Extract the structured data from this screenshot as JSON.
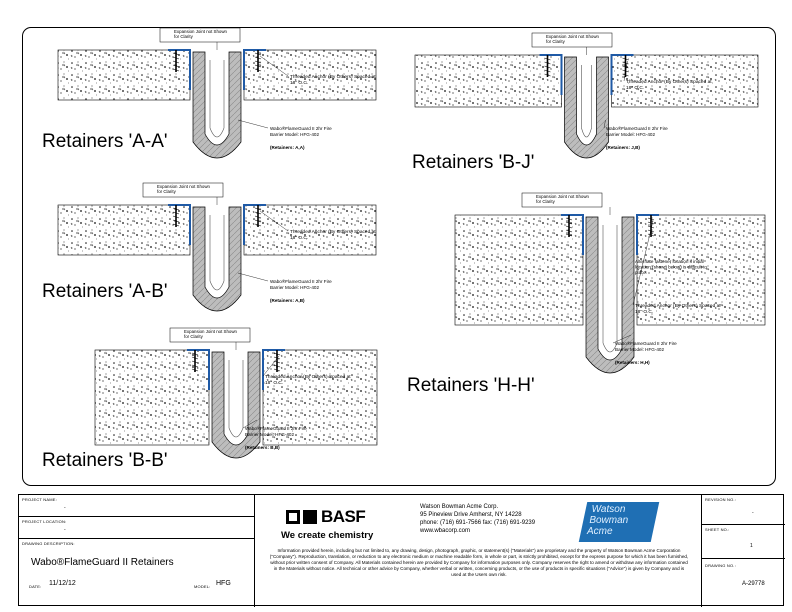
{
  "drawing": {
    "sections": [
      {
        "key": "aa",
        "title": "Retainers 'A-A'",
        "callout_top": "Expansion Joint not Shown for Clarity",
        "anchor_note": "Threaded Anchor (By Others) Spaced at 18\" O.C.",
        "barrier_note": "Wabo®FlameGuard II 2hr Fire Barrier Model: HFG-402",
        "retainer_note": "(Retainers: A,A)"
      },
      {
        "key": "ab",
        "title": "Retainers 'A-B'",
        "callout_top": "Expansion Joint not Shown for Clarity",
        "anchor_note": "Threaded Anchor (By Others) Spaced at 18\" O.C.",
        "barrier_note": "Wabo®FlameGuard II 2hr Fire Barrier Model: HFG-402",
        "retainer_note": "(Retainers: A,B)"
      },
      {
        "key": "bb",
        "title": "Retainers 'B-B'",
        "callout_top": "Expansion Joint not Shown for Clarity",
        "anchor_note": "Threaded Anchor (By Others) Spaced at 18\" O.C.",
        "barrier_note": "Wabo®FlameGuard II 2hr Fire Barrier Model: HFG-402",
        "retainer_note": "(Retainers: B,B)"
      },
      {
        "key": "bj",
        "title": "Retainers 'B-J'",
        "callout_top": "Expansion Joint not Shown for Clarity",
        "anchor_note": "Threaded Anchor (By Others) Spaced at 18\" O.C.",
        "barrier_note": "Wabo®FlameGuard II 2hr Fire Barrier Model: HFG-402",
        "retainer_note": "(Retainers: J,B)"
      },
      {
        "key": "hh",
        "title": "Retainers 'H-H'",
        "callout_top": "Expansion Joint not Shown for Clarity",
        "alt_note": "Alternate fastener location if initial location (shown below) is difficult to place.",
        "anchor_note": "Threaded Anchor (By Others) Spaced at 18\" O.C.",
        "barrier_note": "Wabo®FlameGuard II 2hr Fire Barrier Model: HFG-402",
        "retainer_note": "(Retainers: H,H)"
      }
    ]
  },
  "title_block": {
    "project_name_label": "PROJECT NAME:",
    "project_name_value": "-",
    "project_location_label": "PROJECT LOCATION:",
    "project_location_value": "-",
    "drawing_description_label": "DRAWING DESCRIPTION:",
    "drawing_description_value": "Wabo®FlameGuard II Retainers",
    "date_label": "DATE:",
    "date_value": "11/12/12",
    "model_label": "MODEL:",
    "model_value": "HFG",
    "basf_name": "BASF",
    "basf_tagline": "We create chemistry",
    "company_name": "Watson Bowman Acme Corp.",
    "company_address": "95 Pineview Drive Amherst, NY 14228",
    "company_phone": "phone: (716) 691-7566  fax: (716) 691-9239",
    "company_web": "www.wbacorp.com",
    "wba_logo_lines": [
      "Watson",
      "Bowman",
      "Acme"
    ],
    "disclaimer": "Information provided herein, including but not limited to, any drawing, design, photograph, graphic, or statement(s) (\"Materials\") are proprietary and the property of Watson Bowman Acme Corporation (\"Company\"). Reproduction, translation, or reduction to any electronic medium or machine readable form, in whole or part, is strictly prohibited, except for the express purpose for which it has been furnished, without prior written consent of Company. All Materials contained herein are provided by Company for information purposes only. Company reserves the right to amend or withdraw any information contained in the Materials without notice. All technical or other advice by Company, whether verbal or written, concerning products, or the use of products in specific situations (\"Advice\") is given by Company and is used at the Users own risk.",
    "revision_label": "REVISION NO.:",
    "revision_value": "-",
    "sheet_label": "SHEET NO.:",
    "sheet_value": "1",
    "drawing_no_label": "DRAWING NO.:",
    "drawing_no_value": "A-29778"
  },
  "colors": {
    "concrete": "#d9d9d9",
    "barrier": "#b7b7b7",
    "retainer": "#1f5aa6",
    "wba_blue": "#1f6fb4"
  }
}
